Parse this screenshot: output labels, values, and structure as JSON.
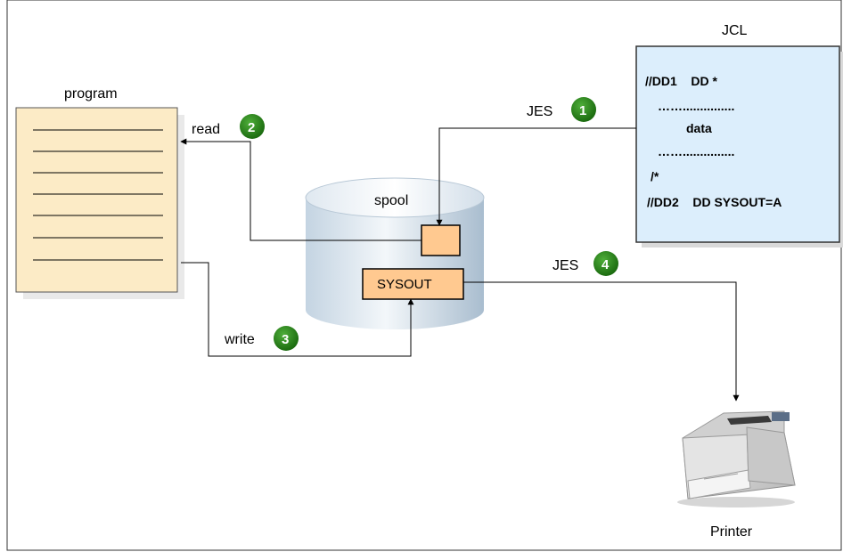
{
  "program": {
    "title": "program"
  },
  "jcl": {
    "title": "JCL",
    "lines": [
      "//DD1    DD *",
      "……...............",
      "data",
      "……...............",
      "/*",
      "//DD2    DD SYSOUT=A"
    ]
  },
  "spool": {
    "title": "spool",
    "sysout_label": "SYSOUT"
  },
  "flows": {
    "jes_1": "JES",
    "step_1": "1",
    "read": "read",
    "step_2": "2",
    "write": "write",
    "step_3": "3",
    "jes_4": "JES",
    "step_4": "4"
  },
  "printer": {
    "label": "Printer"
  },
  "colors": {
    "program_fill": "#fcebc6",
    "jcl_fill": "#dceefc",
    "box_fill": "#ffc990",
    "badge_fill": "#1f7d12"
  }
}
